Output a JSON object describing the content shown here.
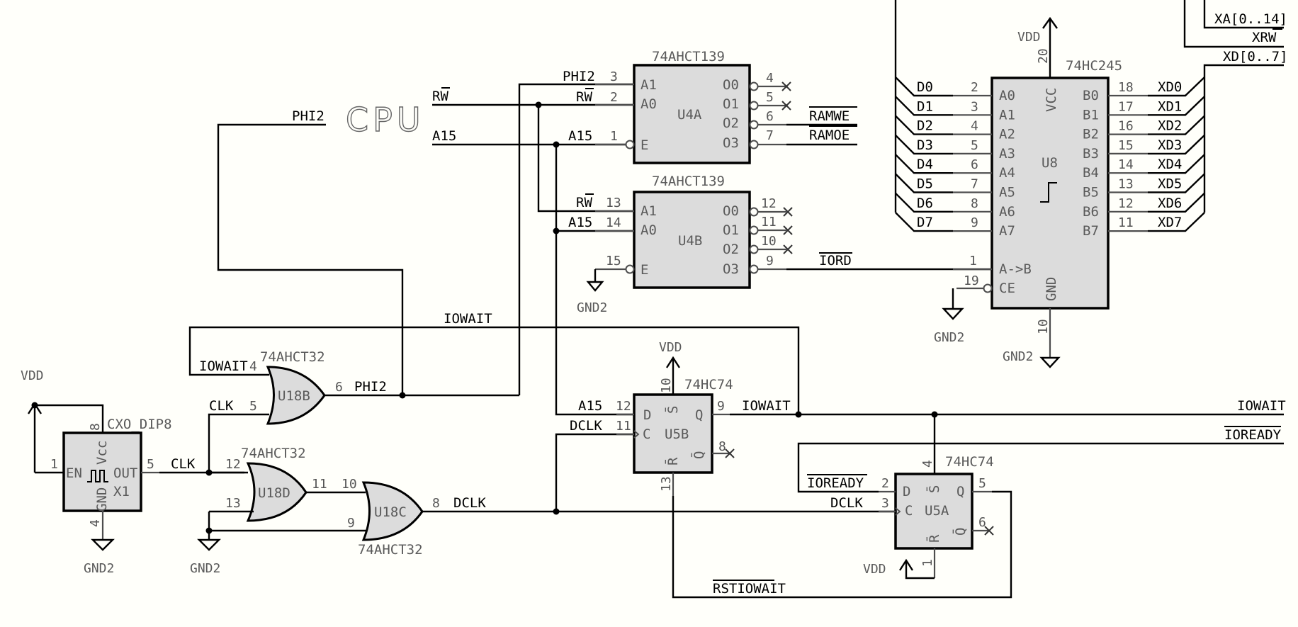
{
  "sheet": {
    "title": "CPU",
    "colors": {
      "background": "#fffffa",
      "wire": "#000000",
      "component_fill": "#dcdcdc",
      "pin_text": "#5a5a5a"
    }
  },
  "nets": {
    "phi2_cpu": "PHI2",
    "rw": "RW",
    "a15": "A15",
    "iowait": "IOWAIT",
    "clk": "CLK",
    "dclk": "DCLK",
    "ramwe": "RAMWE",
    "ramoe": "RAMOE",
    "iord": "IORD",
    "ioready": "IOREADY",
    "rstiowait": "RSTIOWAIT",
    "xa_bus": "XA[0..14]",
    "xrw": "XRW",
    "xd_bus": "XD[0..7]",
    "d_bus": [
      "D0",
      "D1",
      "D2",
      "D3",
      "D4",
      "D5",
      "D6",
      "D7"
    ],
    "xd_bits": [
      "XD0",
      "XD1",
      "XD2",
      "XD3",
      "XD4",
      "XD5",
      "XD6",
      "XD7"
    ]
  },
  "power": {
    "vdd": "VDD",
    "gnd": "GND2"
  },
  "components": {
    "u4a": {
      "ref": "U4A",
      "part": "74AHCT139",
      "pins": [
        {
          "name": "A1",
          "num": "3",
          "net": "PHI2"
        },
        {
          "name": "A0",
          "num": "2",
          "net": "RW"
        },
        {
          "name": "E",
          "num": "1",
          "net": "A15"
        },
        {
          "name": "O0",
          "num": "4"
        },
        {
          "name": "O1",
          "num": "5"
        },
        {
          "name": "O2",
          "num": "6",
          "net": "RAMWE"
        },
        {
          "name": "O3",
          "num": "7",
          "net": "RAMOE"
        }
      ]
    },
    "u4b": {
      "ref": "U4B",
      "part": "74AHCT139",
      "pins": [
        {
          "name": "A1",
          "num": "13",
          "net": "RW"
        },
        {
          "name": "A0",
          "num": "14",
          "net": "A15"
        },
        {
          "name": "E",
          "num": "15"
        },
        {
          "name": "O0",
          "num": "12"
        },
        {
          "name": "O1",
          "num": "11"
        },
        {
          "name": "O2",
          "num": "10"
        },
        {
          "name": "O3",
          "num": "9",
          "net": "IORD"
        }
      ]
    },
    "u8": {
      "ref": "U8",
      "part": "74HC245",
      "a_pins": [
        {
          "name": "A0",
          "num": "2"
        },
        {
          "name": "A1",
          "num": "3"
        },
        {
          "name": "A2",
          "num": "4"
        },
        {
          "name": "A3",
          "num": "5"
        },
        {
          "name": "A4",
          "num": "6"
        },
        {
          "name": "A5",
          "num": "7"
        },
        {
          "name": "A6",
          "num": "8"
        },
        {
          "name": "A7",
          "num": "9"
        }
      ],
      "b_pins": [
        {
          "name": "B0",
          "num": "18"
        },
        {
          "name": "B1",
          "num": "17"
        },
        {
          "name": "B2",
          "num": "16"
        },
        {
          "name": "B3",
          "num": "15"
        },
        {
          "name": "B4",
          "num": "14"
        },
        {
          "name": "B5",
          "num": "13"
        },
        {
          "name": "B6",
          "num": "12"
        },
        {
          "name": "B7",
          "num": "11"
        }
      ],
      "dir": {
        "name": "A->B",
        "num": "1"
      },
      "ce": {
        "name": "CE",
        "num": "19"
      },
      "vcc": {
        "name": "VCC",
        "num": "20"
      },
      "gnd": {
        "name": "GND",
        "num": "10"
      }
    },
    "x1": {
      "ref": "X1",
      "part": "CXO_DIP8",
      "pins": [
        {
          "name": "EN",
          "num": "1"
        },
        {
          "name": "OUT",
          "num": "5",
          "net": "CLK"
        },
        {
          "name": "Vcc",
          "num": "8"
        },
        {
          "name": "GND",
          "num": "4"
        }
      ]
    },
    "u18b": {
      "ref": "U18B",
      "part": "74AHCT32",
      "in1": {
        "num": "4",
        "net": "IOWAIT"
      },
      "in2": {
        "num": "5",
        "net": "CLK"
      },
      "out": {
        "num": "6",
        "net": "PHI2"
      }
    },
    "u18d": {
      "ref": "U18D",
      "part": "74AHCT32",
      "in1": {
        "num": "12"
      },
      "in2": {
        "num": "13"
      },
      "out": {
        "num": "11"
      }
    },
    "u18c": {
      "ref": "U18C",
      "part": "74AHCT32",
      "in1": {
        "num": "10"
      },
      "in2": {
        "num": "9"
      },
      "out": {
        "num": "8",
        "net": "DCLK"
      }
    },
    "u5b": {
      "ref": "U5B",
      "part": "74HC74",
      "pins": [
        {
          "name": "D",
          "num": "12",
          "net": "A15"
        },
        {
          "name": "C",
          "num": "11",
          "net": "DCLK"
        },
        {
          "name": "Q",
          "num": "9",
          "net": "IOWAIT"
        },
        {
          "name": "Q̄",
          "num": "8"
        },
        {
          "name": "S̄",
          "num": "10"
        },
        {
          "name": "R̄",
          "num": "13"
        }
      ]
    },
    "u5a": {
      "ref": "U5A",
      "part": "74HC74",
      "pins": [
        {
          "name": "D",
          "num": "2",
          "net": "IOREADY"
        },
        {
          "name": "C",
          "num": "3",
          "net": "DCLK"
        },
        {
          "name": "Q",
          "num": "5"
        },
        {
          "name": "Q̄",
          "num": "6"
        },
        {
          "name": "S̄",
          "num": "4"
        },
        {
          "name": "R̄",
          "num": "1"
        }
      ]
    }
  }
}
